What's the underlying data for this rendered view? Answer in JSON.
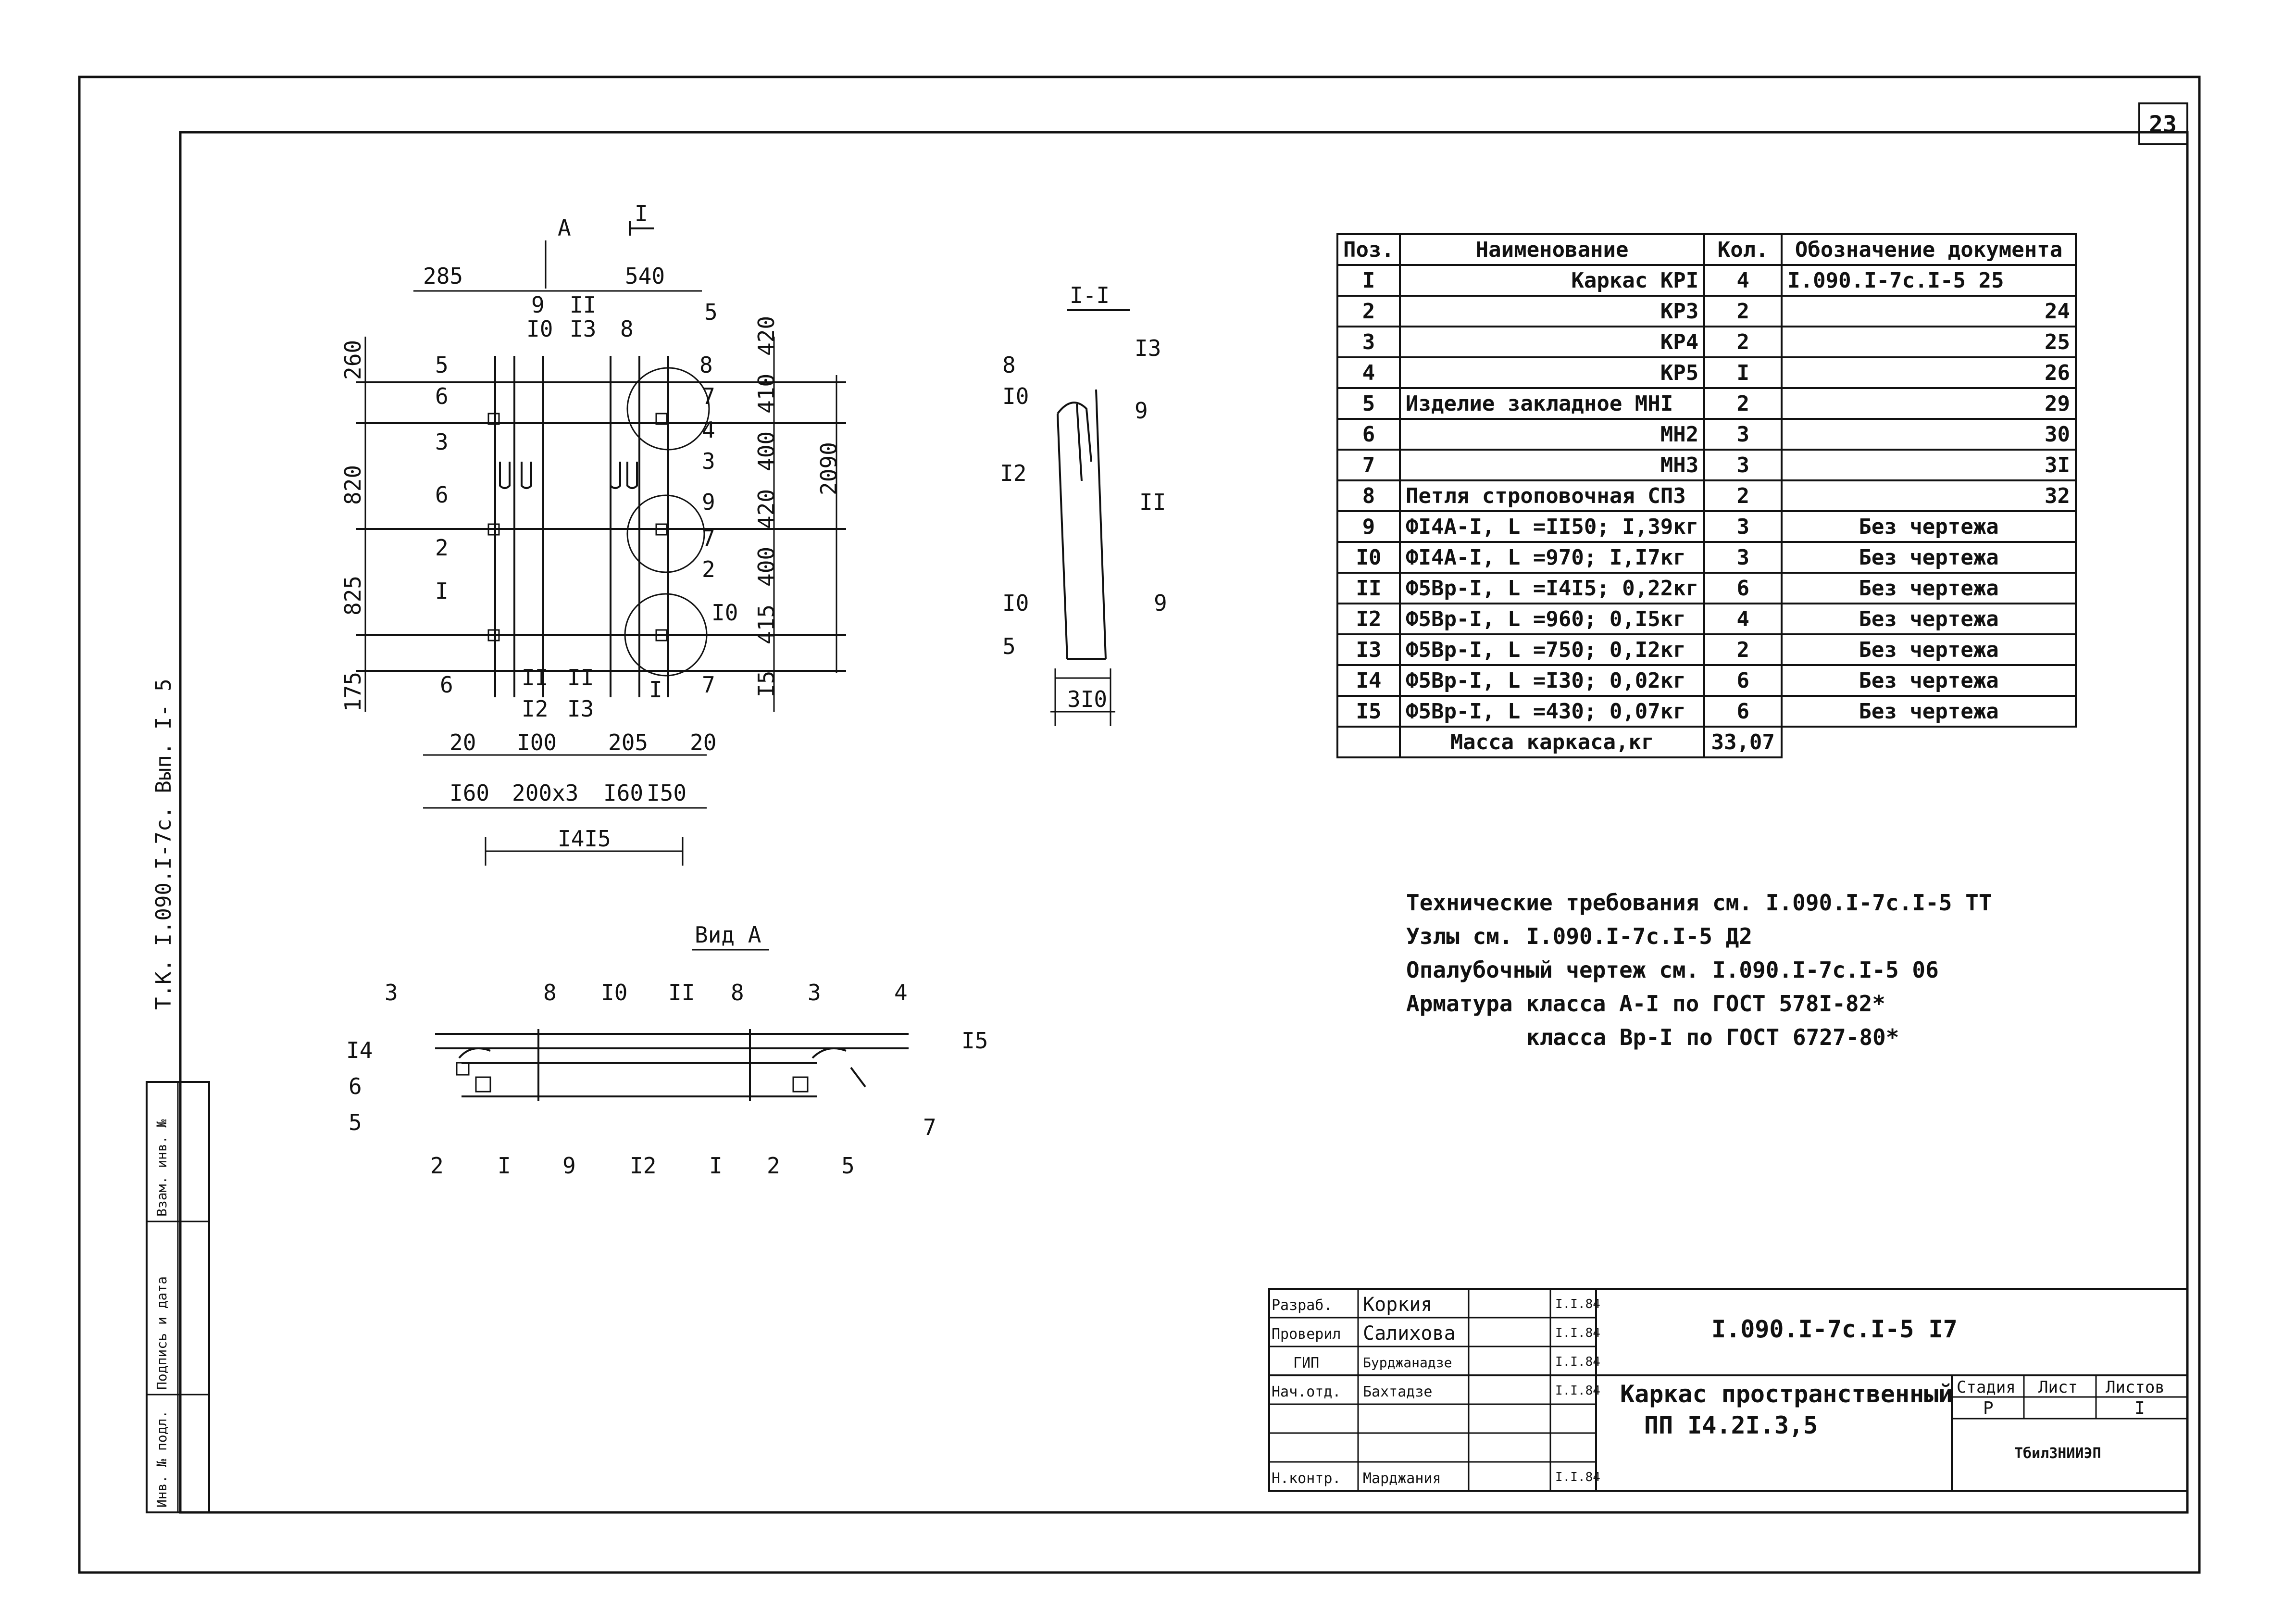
{
  "sheet_number": "23",
  "side_label": "Т.К. I.090.I-7с. Вып. I- 5",
  "side_stamp": [
    "Инв. № подл.",
    "Подпись и дата",
    "Взам. инв. №"
  ],
  "drawing": {
    "plan_labels": {
      "view_a": "А",
      "section_ref": "I",
      "top_dims": [
        "285",
        "540"
      ],
      "left_dims": [
        "260",
        "820",
        "825",
        "175"
      ],
      "right_dims": [
        "420",
        "410",
        "400",
        "420",
        "400",
        "415"
      ],
      "overall_height": "2090",
      "right_bottom": "I5",
      "top_pos": [
        "9",
        "II",
        "I0",
        "I3",
        "8"
      ],
      "bottom_pos": [
        "II",
        "II",
        "I2",
        "I3"
      ],
      "bottom_dims": [
        "20",
        "I00",
        "205",
        "20"
      ],
      "bottom_dims2": [
        "I60",
        "200x3",
        "I60",
        "I50"
      ],
      "overall_width": "I4I5",
      "left_pos": [
        "5",
        "6",
        "3",
        "6",
        "2",
        "I",
        "6"
      ],
      "right_pos": [
        "5",
        "8",
        "7",
        "4",
        "3",
        "9",
        "7",
        "2",
        "I0",
        "I",
        "7"
      ]
    },
    "section_title": "I-I",
    "section_labels": [
      "8",
      "I0",
      "I3",
      "9",
      "I2",
      "II",
      "I0",
      "9",
      "5"
    ],
    "section_width": "3I0",
    "view_a_title": "Вид А",
    "view_a_top": [
      "3",
      "8",
      "I0",
      "II",
      "8",
      "3",
      "4"
    ],
    "view_a_left": [
      "I4",
      "6",
      "5"
    ],
    "view_a_right": [
      "I5",
      "7"
    ],
    "view_a_bottom": [
      "2",
      "I",
      "9",
      "I2",
      "I",
      "2",
      "5"
    ]
  },
  "spec": {
    "headers": [
      "Поз.",
      "Наименование",
      "Кол.",
      "Обозначение документа"
    ],
    "rows": [
      {
        "pos": "I",
        "name": "Каркас КРI",
        "qty": "4",
        "doc": "I.090.I-7с.I-5 25"
      },
      {
        "pos": "2",
        "name": "КР3",
        "qty": "2",
        "doc": "24"
      },
      {
        "pos": "3",
        "name": "КР4",
        "qty": "2",
        "doc": "25"
      },
      {
        "pos": "4",
        "name": "КР5",
        "qty": "I",
        "doc": "26"
      },
      {
        "pos": "5",
        "name": "Изделие закладное МНI",
        "qty": "2",
        "doc": "29"
      },
      {
        "pos": "6",
        "name": "МН2",
        "qty": "3",
        "doc": "30"
      },
      {
        "pos": "7",
        "name": "МН3",
        "qty": "3",
        "doc": "3I"
      },
      {
        "pos": "8",
        "name": "Петля строповочная СП3",
        "qty": "2",
        "doc": "32"
      },
      {
        "pos": "9",
        "name": "ФI4А-I, L =II50; I,39кг",
        "qty": "3",
        "doc": "Без чертежа"
      },
      {
        "pos": "I0",
        "name": "ФI4А-I, L =970; I,I7кг",
        "qty": "3",
        "doc": "Без чертежа"
      },
      {
        "pos": "II",
        "name": "Ф5Вр-I, L =I4I5; 0,22кг",
        "qty": "6",
        "doc": "Без чертежа"
      },
      {
        "pos": "I2",
        "name": "Ф5Вр-I, L =960; 0,I5кг",
        "qty": "4",
        "doc": "Без чертежа"
      },
      {
        "pos": "I3",
        "name": "Ф5Вр-I, L =750; 0,I2кг",
        "qty": "2",
        "doc": "Без чертежа"
      },
      {
        "pos": "I4",
        "name": "Ф5Вр-I, L =I30; 0,02кг",
        "qty": "6",
        "doc": "Без чертежа"
      },
      {
        "pos": "I5",
        "name": "Ф5Вр-I, L =430; 0,07кг",
        "qty": "6",
        "doc": "Без чертежа"
      }
    ],
    "mass_label": "Масса каркаса,кг",
    "mass_value": "33,07"
  },
  "notes": [
    "Технические требования см.  I.090.I-7с.I-5 ТТ",
    "Узлы см.  I.090.I-7с.I-5 Д2",
    "Опалубочный чертеж см.  I.090.I-7с.I-5 06",
    "Арматура класса А-I по ГОСТ 578I-82*",
    "класса Вр-I по ГОСТ 6727-80*"
  ],
  "title_block": {
    "roles": [
      {
        "role": "Разраб.",
        "name": "Коркия",
        "date": "I.I.84"
      },
      {
        "role": "Проверил",
        "name": "Салихова",
        "date": "I.I.84"
      },
      {
        "role": "ГИП",
        "name": "Бурджанадзе",
        "date": "I.I.84"
      },
      {
        "role": "Нач.отд.",
        "name": "Бахтадзе",
        "date": "I.I.84"
      },
      {
        "role": "",
        "name": "",
        "date": ""
      },
      {
        "role": "",
        "name": "",
        "date": ""
      },
      {
        "role": "Н.контр.",
        "name": "Марджания",
        "date": "I.I.84"
      }
    ],
    "doc_code": "I.090.I-7с.I-5 I7",
    "title_line1": "Каркас пространственный",
    "title_line2": "ПП I4.2I.3,5",
    "stage_label": "Стадия",
    "sheet_label": "Лист",
    "sheets_label": "Листов",
    "stage_value": "Р",
    "sheets_value": "I",
    "org": "ТбилЗНИИЭП"
  }
}
